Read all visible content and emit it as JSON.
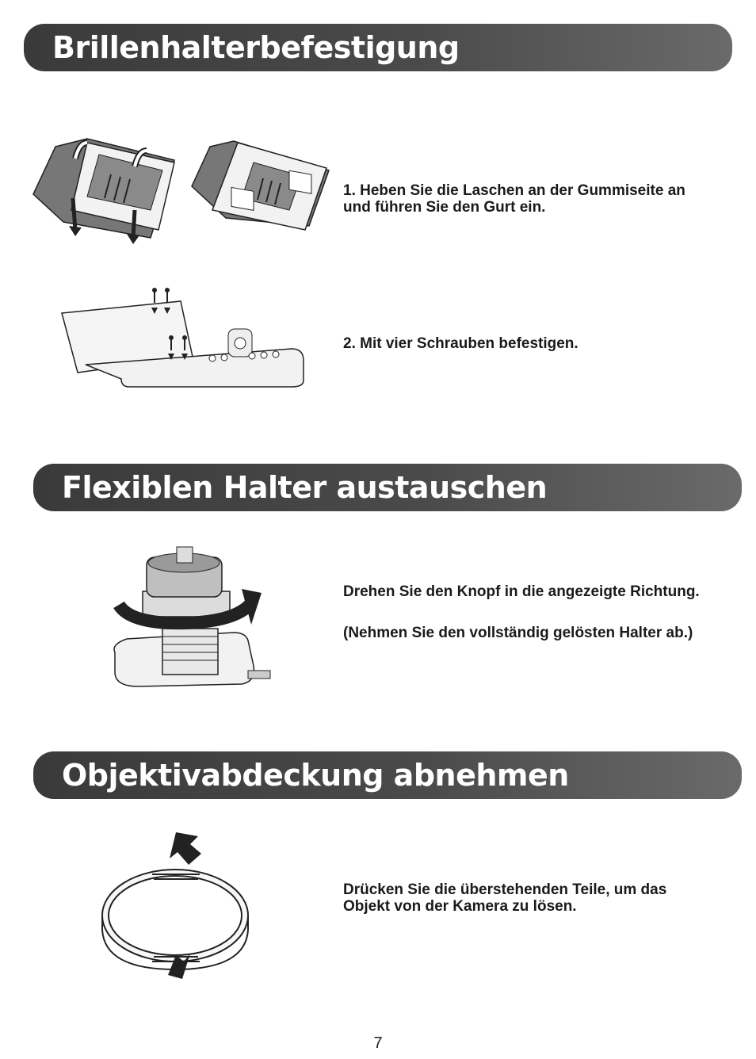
{
  "sections": {
    "mount": {
      "title": "Brillenhalterbefestigung",
      "step1": "1. Heben Sie die Laschen an der Gummiseite an und führen Sie den Gurt ein.",
      "step2": "2. Mit vier Schrauben befestigen."
    },
    "flex": {
      "title": "Flexiblen Halter austauschen",
      "instruction": "Drehen Sie den Knopf in die angezeigte Richtung.",
      "note": "(Nehmen Sie den vollständig gelösten Halter ab.)"
    },
    "lens": {
      "title": "Objektivabdeckung abnehmen",
      "instruction": "Drücken Sie die überstehenden Teile, um das Objekt von der Kamera zu lösen."
    }
  },
  "footer": {
    "page_number": "7"
  }
}
